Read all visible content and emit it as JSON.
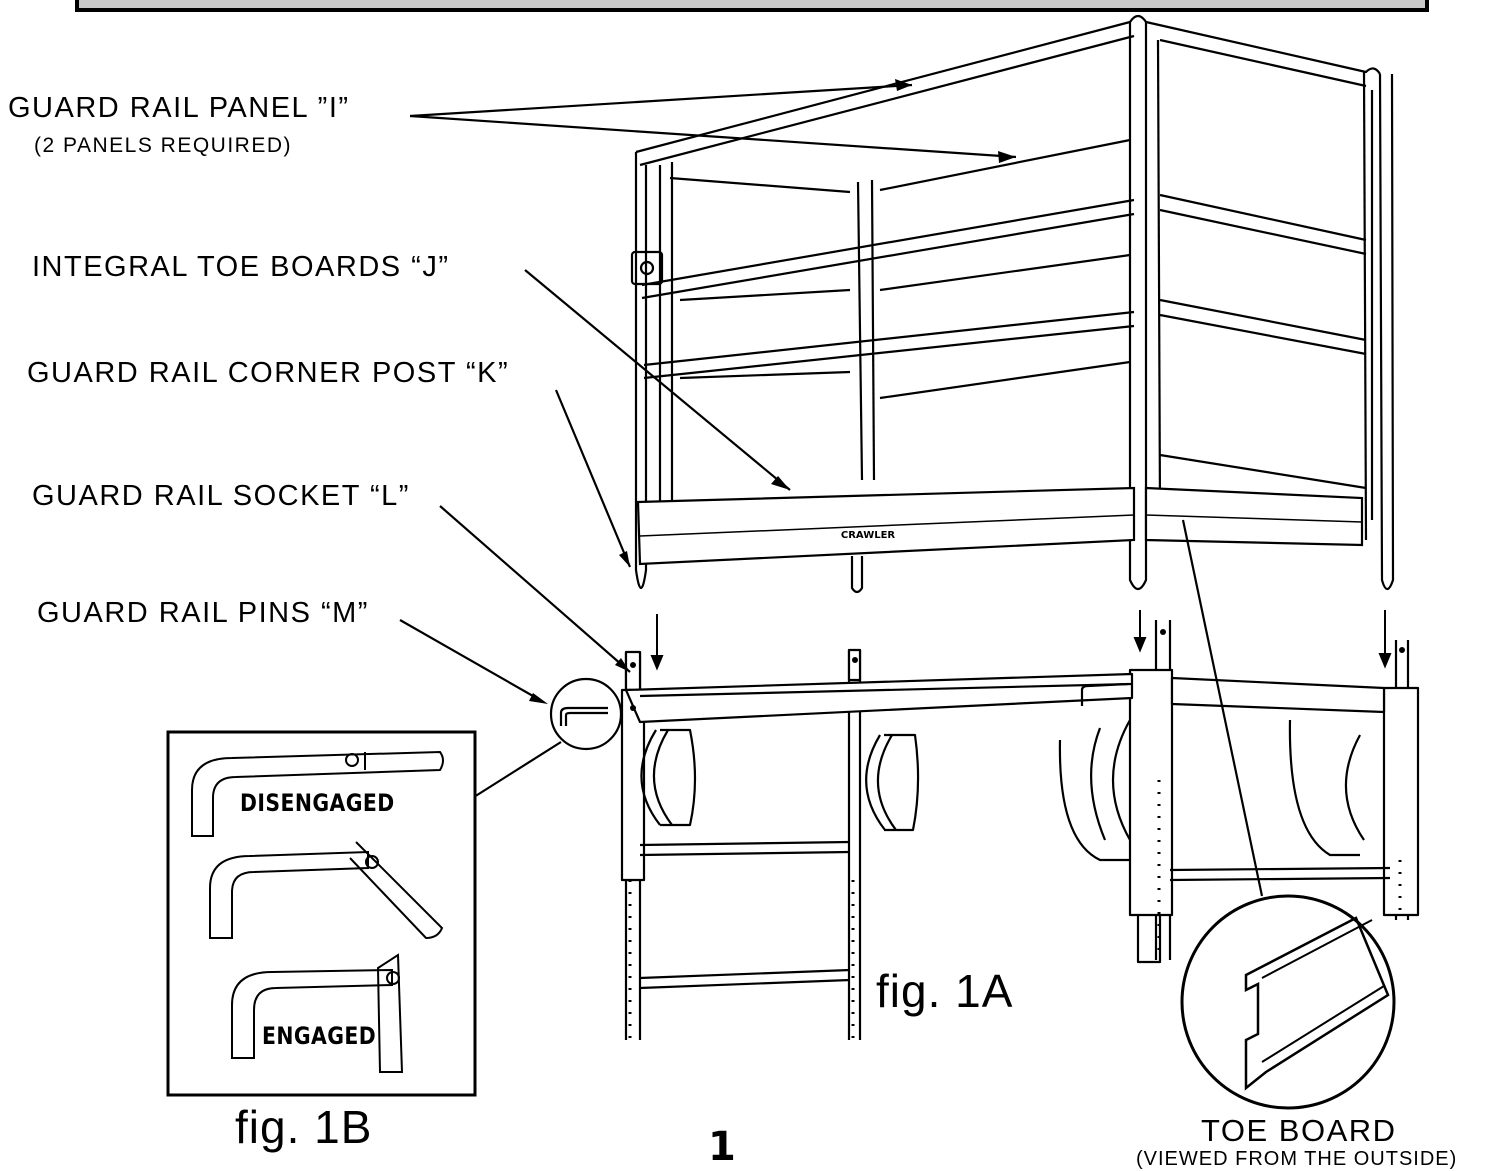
{
  "labels": {
    "panel_i": "GUARD RAIL PANEL ”I”",
    "panel_i_note": "(2 PANELS REQUIRED)",
    "toe_boards_j": "INTEGRAL TOE BOARDS “J”",
    "corner_post_k": "GUARD RAIL CORNER POST “K”",
    "socket_l": "GUARD RAIL SOCKET “L”",
    "pins_m": "GUARD RAIL PINS “M”"
  },
  "pin_detail": {
    "disengaged": "DISENGAGED",
    "engaged": "ENGAGED"
  },
  "toe_board_detail": {
    "title": "TOE BOARD",
    "subtitle": "(VIEWED FROM THE OUTSIDE)"
  },
  "brand_mark": "CRAWLER",
  "figures": {
    "fig_1a": "fig. 1A",
    "fig_1b": "fig. 1B"
  },
  "page_number": "1"
}
